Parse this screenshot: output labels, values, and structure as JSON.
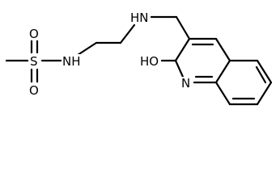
{
  "molecule": {
    "atom_labels": {
      "methyl": "",
      "sulfur": "S",
      "oxygen_top": "O",
      "oxygen_bottom": "O",
      "sulfonamide_nh": "NH",
      "amine_nh": "HN",
      "hydroxyl": "HO",
      "ring_n": "N"
    }
  },
  "colors": {
    "bond": "#000000",
    "label": "#000000",
    "background": "#ffffff"
  }
}
